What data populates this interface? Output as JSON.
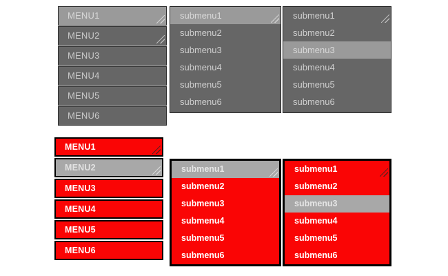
{
  "theme": {
    "gray_menu_bg": "#666666",
    "gray_highlight_bg": "#9a9a9a",
    "gray_text": "#c9c9c9",
    "red_menu_bg": "#fa0505",
    "red_text": "#ffffff",
    "red_border": "#000000",
    "page_bg": "#ffffff"
  },
  "gray_widget": {
    "menu_column": {
      "items": [
        {
          "label": "MENU1",
          "state": "active",
          "resizer": true
        },
        {
          "label": "MENU2",
          "state": "normal",
          "resizer": true
        },
        {
          "label": "MENU3",
          "state": "normal",
          "resizer": false
        },
        {
          "label": "MENU4",
          "state": "normal",
          "resizer": false
        },
        {
          "label": "MENU5",
          "state": "normal",
          "resizer": false
        },
        {
          "label": "MENU6",
          "state": "normal",
          "resizer": false
        }
      ]
    },
    "submenu_column_1": {
      "items": [
        {
          "label": "submenu1",
          "state": "active",
          "resizer": true
        },
        {
          "label": "submenu2",
          "state": "normal",
          "resizer": false
        },
        {
          "label": "submenu3",
          "state": "normal",
          "resizer": false
        },
        {
          "label": "submenu4",
          "state": "normal",
          "resizer": false
        },
        {
          "label": "submenu5",
          "state": "normal",
          "resizer": false
        },
        {
          "label": "submenu6",
          "state": "normal",
          "resizer": false
        }
      ]
    },
    "submenu_column_2": {
      "items": [
        {
          "label": "submenu1",
          "state": "normal",
          "resizer": true
        },
        {
          "label": "submenu2",
          "state": "normal",
          "resizer": false
        },
        {
          "label": "submenu3",
          "state": "active",
          "resizer": false
        },
        {
          "label": "submenu4",
          "state": "normal",
          "resizer": false
        },
        {
          "label": "submenu5",
          "state": "normal",
          "resizer": false
        },
        {
          "label": "submenu6",
          "state": "normal",
          "resizer": false
        }
      ]
    }
  },
  "red_widget": {
    "menu_column": {
      "items": [
        {
          "label": "MENU1",
          "state": "normal",
          "resizer": true
        },
        {
          "label": "MENU2",
          "state": "active",
          "resizer": true
        },
        {
          "label": "MENU3",
          "state": "normal",
          "resizer": false
        },
        {
          "label": "MENU4",
          "state": "normal",
          "resizer": false
        },
        {
          "label": "MENU5",
          "state": "normal",
          "resizer": false
        },
        {
          "label": "MENU6",
          "state": "normal",
          "resizer": false
        }
      ]
    },
    "submenu_column_1": {
      "items": [
        {
          "label": "submenu1",
          "state": "active",
          "resizer": true
        },
        {
          "label": "submenu2",
          "state": "normal",
          "resizer": false
        },
        {
          "label": "submenu3",
          "state": "normal",
          "resizer": false
        },
        {
          "label": "submenu4",
          "state": "normal",
          "resizer": false
        },
        {
          "label": "submenu5",
          "state": "normal",
          "resizer": false
        },
        {
          "label": "submenu6",
          "state": "normal",
          "resizer": false
        }
      ]
    },
    "submenu_column_2": {
      "items": [
        {
          "label": "submenu1",
          "state": "normal",
          "resizer": true
        },
        {
          "label": "submenu2",
          "state": "normal",
          "resizer": false
        },
        {
          "label": "submenu3",
          "state": "active",
          "resizer": false
        },
        {
          "label": "submenu4",
          "state": "normal",
          "resizer": false
        },
        {
          "label": "submenu5",
          "state": "normal",
          "resizer": false
        },
        {
          "label": "submenu6",
          "state": "normal",
          "resizer": false
        }
      ]
    }
  },
  "icons": {
    "resize_handle": "resize-handle-icon"
  }
}
